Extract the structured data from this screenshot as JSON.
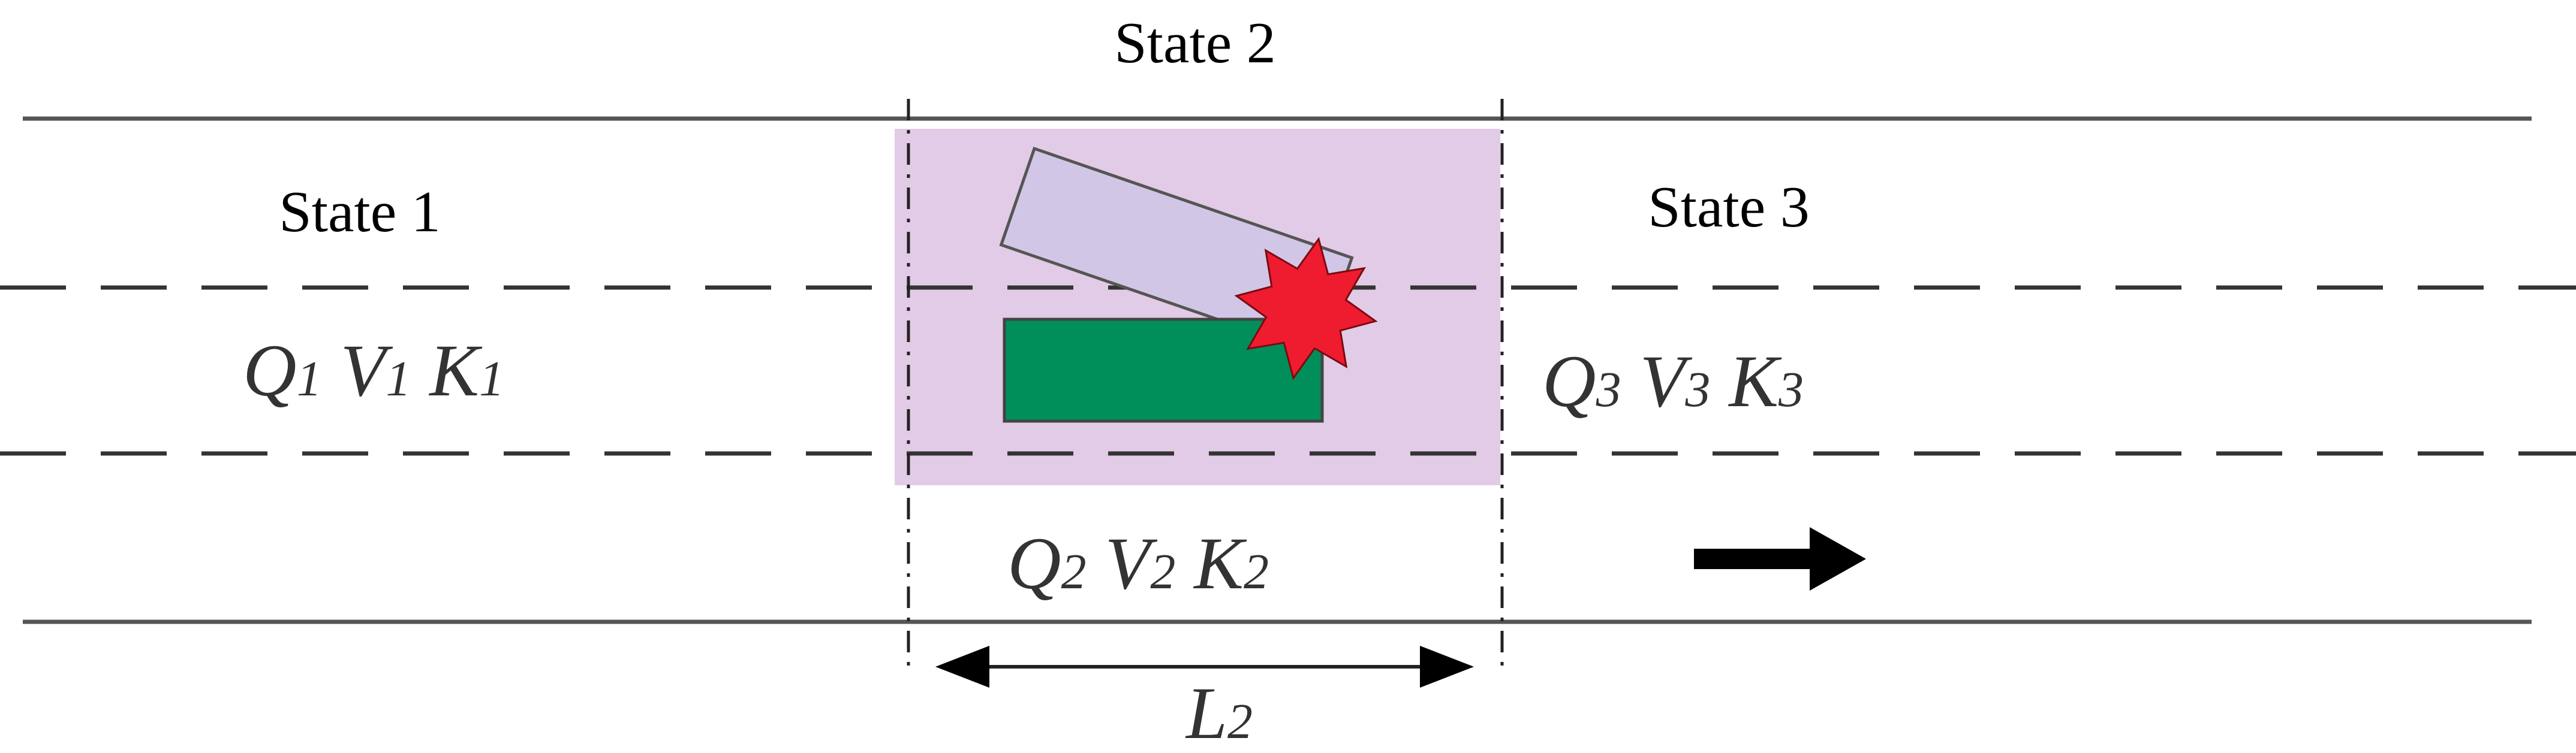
{
  "states": {
    "state1": {
      "label": "State 1",
      "vars": [
        {
          "base": "Q",
          "sub": "1"
        },
        {
          "base": "V",
          "sub": "1"
        },
        {
          "base": "K",
          "sub": "1"
        }
      ]
    },
    "state2": {
      "label": "State 2",
      "vars": [
        {
          "base": "Q",
          "sub": "2"
        },
        {
          "base": "V",
          "sub": "2"
        },
        {
          "base": "K",
          "sub": "2"
        }
      ]
    },
    "state3": {
      "label": "State 3",
      "vars": [
        {
          "base": "Q",
          "sub": "3"
        },
        {
          "base": "V",
          "sub": "3"
        },
        {
          "base": "K",
          "sub": "3"
        }
      ]
    }
  },
  "length": {
    "base": "L",
    "sub": "2"
  },
  "colors": {
    "incident_zone": "#e2cbe6",
    "vehicle_tilted": "#d2c6e6",
    "vehicle_green": "#008f5b",
    "collision_star": "#ee1c2e"
  },
  "icons": {
    "collision": "collision-star-icon",
    "direction": "arrow-right-icon"
  }
}
